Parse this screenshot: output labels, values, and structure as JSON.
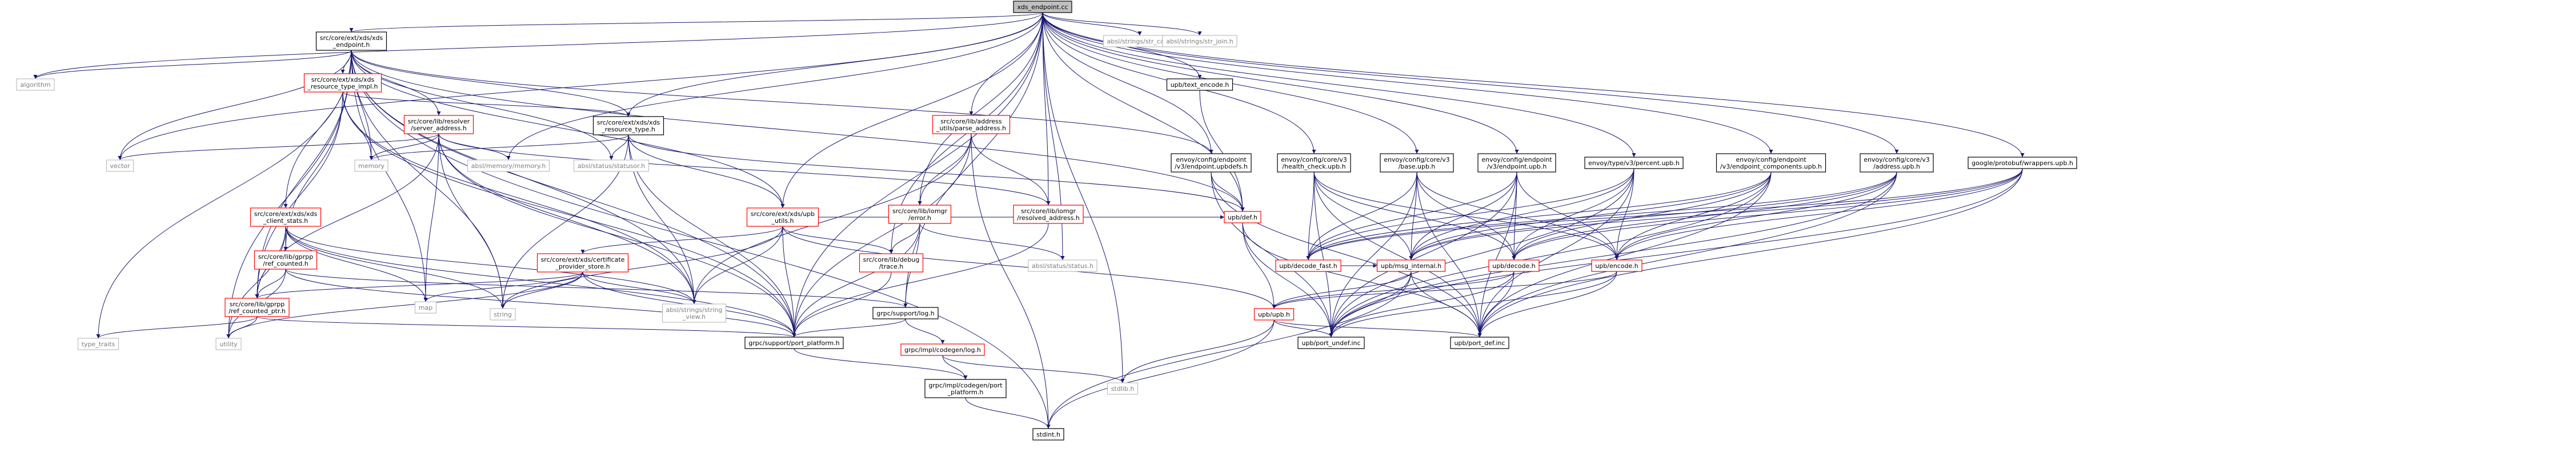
{
  "colors": {
    "edge": "#191970",
    "node_border_normal": "#000000",
    "node_border_link": "#ff0000",
    "node_border_system": "#bfbfbf",
    "node_text_normal": "#000000",
    "node_text_system": "#7f7f7f",
    "root_fill": "#bfbfbf"
  },
  "nodes": [
    {
      "id": "root",
      "lines": [
        "xds_endpoint.cc"
      ],
      "style": "root"
    },
    {
      "id": "xds_endpoint_h",
      "lines": [
        "src/core/ext/xds/xds",
        "_endpoint.h"
      ],
      "style": "normal"
    },
    {
      "id": "str_cat",
      "lines": [
        "absl/strings/str_cat.h"
      ],
      "style": "system"
    },
    {
      "id": "str_join",
      "lines": [
        "absl/strings/str_join.h"
      ],
      "style": "system"
    },
    {
      "id": "algorithm",
      "lines": [
        "algorithm"
      ],
      "style": "system"
    },
    {
      "id": "resource_type_impl",
      "lines": [
        "src/core/ext/xds/xds",
        "_resource_type_impl.h"
      ],
      "style": "link"
    },
    {
      "id": "server_address",
      "lines": [
        "src/core/lib/resolver",
        "/server_address.h"
      ],
      "style": "link"
    },
    {
      "id": "xds_resource_type",
      "lines": [
        "src/core/ext/xds/xds",
        "_resource_type.h"
      ],
      "style": "normal"
    },
    {
      "id": "parse_address",
      "lines": [
        "src/core/lib/address",
        "_utils/parse_address.h"
      ],
      "style": "link"
    },
    {
      "id": "text_encode",
      "lines": [
        "upb/text_encode.h"
      ],
      "style": "normal"
    },
    {
      "id": "endpoint_upbdefs",
      "lines": [
        "envoy/config/endpoint",
        "/v3/endpoint.upbdefs.h"
      ],
      "style": "normal"
    },
    {
      "id": "health_check",
      "lines": [
        "envoy/config/core/v3",
        "/health_check.upb.h"
      ],
      "style": "normal"
    },
    {
      "id": "base_upb",
      "lines": [
        "envoy/config/core/v3",
        "/base.upb.h"
      ],
      "style": "normal"
    },
    {
      "id": "endpoint_upb",
      "lines": [
        "envoy/config/endpoint",
        "/v3/endpoint.upb.h"
      ],
      "style": "normal"
    },
    {
      "id": "percent_upb",
      "lines": [
        "envoy/type/v3/percent.upb.h"
      ],
      "style": "normal"
    },
    {
      "id": "endpoint_components",
      "lines": [
        "envoy/config/endpoint",
        "/v3/endpoint_components.upb.h"
      ],
      "style": "normal"
    },
    {
      "id": "address_upb",
      "lines": [
        "envoy/config/core/v3",
        "/address.upb.h"
      ],
      "style": "normal"
    },
    {
      "id": "wrappers_upb",
      "lines": [
        "google/protobuf/wrappers.upb.h"
      ],
      "style": "normal"
    },
    {
      "id": "vector",
      "lines": [
        "vector"
      ],
      "style": "system"
    },
    {
      "id": "memory",
      "lines": [
        "memory"
      ],
      "style": "system"
    },
    {
      "id": "absl_memory",
      "lines": [
        "absl/memory/memory.h"
      ],
      "style": "system"
    },
    {
      "id": "statusor",
      "lines": [
        "absl/status/statusor.h"
      ],
      "style": "system"
    },
    {
      "id": "xds_client_stats",
      "lines": [
        "src/core/ext/xds/xds",
        "_client_stats.h"
      ],
      "style": "link"
    },
    {
      "id": "upb_utils",
      "lines": [
        "src/core/ext/xds/upb",
        "_utils.h"
      ],
      "style": "link"
    },
    {
      "id": "iomgr_error",
      "lines": [
        "src/core/lib/iomgr",
        "/error.h"
      ],
      "style": "link"
    },
    {
      "id": "resolved_address",
      "lines": [
        "src/core/lib/iomgr",
        "/resolved_address.h"
      ],
      "style": "link"
    },
    {
      "id": "upb_def",
      "lines": [
        "upb/def.h"
      ],
      "style": "link"
    },
    {
      "id": "ref_counted",
      "lines": [
        "src/core/lib/gprpp",
        "/ref_counted.h"
      ],
      "style": "link"
    },
    {
      "id": "certificate_store",
      "lines": [
        "src/core/ext/xds/certificate",
        "_provider_store.h"
      ],
      "style": "link"
    },
    {
      "id": "debug_trace",
      "lines": [
        "src/core/lib/debug",
        "/trace.h"
      ],
      "style": "link"
    },
    {
      "id": "absl_status",
      "lines": [
        "absl/status/status.h"
      ],
      "style": "system"
    },
    {
      "id": "decode_fast",
      "lines": [
        "upb/decode_fast.h"
      ],
      "style": "link"
    },
    {
      "id": "msg_internal",
      "lines": [
        "upb/msg_internal.h"
      ],
      "style": "link"
    },
    {
      "id": "upb_decode",
      "lines": [
        "upb/decode.h"
      ],
      "style": "link"
    },
    {
      "id": "upb_encode",
      "lines": [
        "upb/encode.h"
      ],
      "style": "link"
    },
    {
      "id": "ref_counted_ptr",
      "lines": [
        "src/core/lib/gprpp",
        "/ref_counted_ptr.h"
      ],
      "style": "link"
    },
    {
      "id": "map",
      "lines": [
        "map"
      ],
      "style": "system"
    },
    {
      "id": "string",
      "lines": [
        "string"
      ],
      "style": "system"
    },
    {
      "id": "string_view",
      "lines": [
        "absl/strings/string",
        "_view.h"
      ],
      "style": "system"
    },
    {
      "id": "grpc_log",
      "lines": [
        "grpc/support/log.h"
      ],
      "style": "normal"
    },
    {
      "id": "upb_upb",
      "lines": [
        "upb/upb.h"
      ],
      "style": "link"
    },
    {
      "id": "type_traits",
      "lines": [
        "type_traits"
      ],
      "style": "system"
    },
    {
      "id": "utility",
      "lines": [
        "utility"
      ],
      "style": "system"
    },
    {
      "id": "port_platform",
      "lines": [
        "grpc/support/port_platform.h"
      ],
      "style": "normal"
    },
    {
      "id": "codegen_log",
      "lines": [
        "grpc/impl/codegen/log.h"
      ],
      "style": "link"
    },
    {
      "id": "port_undef",
      "lines": [
        "upb/port_undef.inc"
      ],
      "style": "normal"
    },
    {
      "id": "port_def",
      "lines": [
        "upb/port_def.inc"
      ],
      "style": "normal"
    },
    {
      "id": "codegen_port_platform",
      "lines": [
        "grpc/impl/codegen/port",
        "_platform.h"
      ],
      "style": "normal"
    },
    {
      "id": "stdlib",
      "lines": [
        "stdlib.h"
      ],
      "style": "system"
    },
    {
      "id": "stdint",
      "lines": [
        "stdint.h"
      ],
      "style": "normal"
    }
  ],
  "edges": [
    [
      "root",
      "xds_endpoint_h"
    ],
    [
      "root",
      "str_cat"
    ],
    [
      "root",
      "str_join"
    ],
    [
      "root",
      "algorithm"
    ],
    [
      "root",
      "vector"
    ],
    [
      "root",
      "absl_memory"
    ],
    [
      "root",
      "parse_address"
    ],
    [
      "root",
      "xds_resource_type"
    ],
    [
      "root",
      "upb_utils"
    ],
    [
      "root",
      "iomgr_error"
    ],
    [
      "root",
      "resolved_address"
    ],
    [
      "root",
      "debug_trace"
    ],
    [
      "root",
      "grpc_log"
    ],
    [
      "root",
      "port_platform"
    ],
    [
      "root",
      "absl_status"
    ],
    [
      "root",
      "stdlib"
    ],
    [
      "root",
      "text_encode"
    ],
    [
      "root",
      "endpoint_upbdefs"
    ],
    [
      "root",
      "health_check"
    ],
    [
      "root",
      "base_upb"
    ],
    [
      "root",
      "endpoint_upb"
    ],
    [
      "root",
      "percent_upb"
    ],
    [
      "root",
      "endpoint_components"
    ],
    [
      "root",
      "address_upb"
    ],
    [
      "root",
      "wrappers_upb"
    ],
    [
      "root",
      "upb_def"
    ],
    [
      "xds_endpoint_h",
      "algorithm"
    ],
    [
      "xds_endpoint_h",
      "resource_type_impl"
    ],
    [
      "xds_endpoint_h",
      "server_address"
    ],
    [
      "xds_endpoint_h",
      "xds_resource_type"
    ],
    [
      "xds_endpoint_h",
      "xds_client_stats"
    ],
    [
      "xds_endpoint_h",
      "vector"
    ],
    [
      "xds_endpoint_h",
      "memory"
    ],
    [
      "xds_endpoint_h",
      "map"
    ],
    [
      "xds_endpoint_h",
      "string"
    ],
    [
      "xds_endpoint_h",
      "statusor"
    ],
    [
      "xds_endpoint_h",
      "ref_counted_ptr"
    ],
    [
      "xds_endpoint_h",
      "utility"
    ],
    [
      "xds_endpoint_h",
      "type_traits"
    ],
    [
      "xds_endpoint_h",
      "stdint"
    ],
    [
      "xds_endpoint_h",
      "port_platform"
    ],
    [
      "xds_endpoint_h",
      "upb_utils"
    ],
    [
      "xds_endpoint_h",
      "upb_def"
    ],
    [
      "xds_endpoint_h",
      "string_view"
    ],
    [
      "xds_endpoint_h",
      "endpoint_upbdefs"
    ],
    [
      "resource_type_impl",
      "xds_resource_type"
    ],
    [
      "resource_type_impl",
      "memory"
    ],
    [
      "resource_type_impl",
      "ref_counted"
    ],
    [
      "resource_type_impl",
      "ref_counted_ptr"
    ],
    [
      "resource_type_impl",
      "port_platform"
    ],
    [
      "resource_type_impl",
      "string_view"
    ],
    [
      "server_address",
      "vector"
    ],
    [
      "server_address",
      "memory"
    ],
    [
      "server_address",
      "absl_memory"
    ],
    [
      "server_address",
      "map"
    ],
    [
      "server_address",
      "string"
    ],
    [
      "server_address",
      "string_view"
    ],
    [
      "server_address",
      "resolved_address"
    ],
    [
      "server_address",
      "port_platform"
    ],
    [
      "server_address",
      "ref_counted_ptr"
    ],
    [
      "xds_resource_type",
      "memory"
    ],
    [
      "xds_resource_type",
      "statusor"
    ],
    [
      "xds_resource_type",
      "string"
    ],
    [
      "xds_resource_type",
      "string_view"
    ],
    [
      "xds_resource_type",
      "port_platform"
    ],
    [
      "xds_resource_type",
      "upb_def"
    ],
    [
      "xds_resource_type",
      "upb_utils"
    ],
    [
      "parse_address",
      "iomgr_error"
    ],
    [
      "parse_address",
      "resolved_address"
    ],
    [
      "parse_address",
      "string_view"
    ],
    [
      "parse_address",
      "port_platform"
    ],
    [
      "parse_address",
      "stdint"
    ],
    [
      "text_encode",
      "upb_def"
    ],
    [
      "endpoint_upbdefs",
      "upb_def"
    ],
    [
      "endpoint_upbdefs",
      "port_def"
    ],
    [
      "endpoint_upbdefs",
      "port_undef"
    ],
    [
      "health_check",
      "decode_fast"
    ],
    [
      "health_check",
      "msg_internal"
    ],
    [
      "health_check",
      "upb_decode"
    ],
    [
      "health_check",
      "upb_encode"
    ],
    [
      "health_check",
      "port_def"
    ],
    [
      "health_check",
      "port_undef"
    ],
    [
      "base_upb",
      "decode_fast"
    ],
    [
      "base_upb",
      "msg_internal"
    ],
    [
      "base_upb",
      "upb_decode"
    ],
    [
      "base_upb",
      "upb_encode"
    ],
    [
      "base_upb",
      "port_def"
    ],
    [
      "base_upb",
      "port_undef"
    ],
    [
      "endpoint_upb",
      "decode_fast"
    ],
    [
      "endpoint_upb",
      "msg_internal"
    ],
    [
      "endpoint_upb",
      "upb_decode"
    ],
    [
      "endpoint_upb",
      "upb_encode"
    ],
    [
      "endpoint_upb",
      "port_def"
    ],
    [
      "endpoint_upb",
      "port_undef"
    ],
    [
      "percent_upb",
      "decode_fast"
    ],
    [
      "percent_upb",
      "msg_internal"
    ],
    [
      "percent_upb",
      "upb_decode"
    ],
    [
      "percent_upb",
      "upb_encode"
    ],
    [
      "percent_upb",
      "port_def"
    ],
    [
      "percent_upb",
      "port_undef"
    ],
    [
      "endpoint_components",
      "decode_fast"
    ],
    [
      "endpoint_components",
      "msg_internal"
    ],
    [
      "endpoint_components",
      "upb_decode"
    ],
    [
      "endpoint_components",
      "upb_encode"
    ],
    [
      "endpoint_components",
      "port_def"
    ],
    [
      "endpoint_components",
      "port_undef"
    ],
    [
      "address_upb",
      "decode_fast"
    ],
    [
      "address_upb",
      "msg_internal"
    ],
    [
      "address_upb",
      "upb_decode"
    ],
    [
      "address_upb",
      "upb_encode"
    ],
    [
      "address_upb",
      "port_def"
    ],
    [
      "address_upb",
      "port_undef"
    ],
    [
      "wrappers_upb",
      "decode_fast"
    ],
    [
      "wrappers_upb",
      "msg_internal"
    ],
    [
      "wrappers_upb",
      "upb_decode"
    ],
    [
      "wrappers_upb",
      "upb_encode"
    ],
    [
      "wrappers_upb",
      "port_def"
    ],
    [
      "wrappers_upb",
      "port_undef"
    ],
    [
      "xds_client_stats",
      "map"
    ],
    [
      "xds_client_stats",
      "string"
    ],
    [
      "xds_client_stats",
      "ref_counted"
    ],
    [
      "xds_client_stats",
      "ref_counted_ptr"
    ],
    [
      "xds_client_stats",
      "string_view"
    ],
    [
      "xds_client_stats",
      "utility"
    ],
    [
      "xds_client_stats",
      "port_platform"
    ],
    [
      "upb_utils",
      "string"
    ],
    [
      "upb_utils",
      "string_view"
    ],
    [
      "upb_utils",
      "upb_upb"
    ],
    [
      "upb_utils",
      "upb_def"
    ],
    [
      "upb_utils",
      "certificate_store"
    ],
    [
      "upb_utils",
      "debug_trace"
    ],
    [
      "upb_utils",
      "port_platform"
    ],
    [
      "iomgr_error",
      "port_platform"
    ],
    [
      "iomgr_error",
      "grpc_log"
    ],
    [
      "iomgr_error",
      "debug_trace"
    ],
    [
      "iomgr_error",
      "absl_status"
    ],
    [
      "resolved_address",
      "port_platform"
    ],
    [
      "upb_def",
      "upb_upb"
    ],
    [
      "upb_def",
      "port_def"
    ],
    [
      "upb_def",
      "port_undef"
    ],
    [
      "ref_counted",
      "ref_counted_ptr"
    ],
    [
      "ref_counted",
      "utility"
    ],
    [
      "ref_counted",
      "grpc_log"
    ],
    [
      "ref_counted",
      "port_platform"
    ],
    [
      "certificate_store",
      "map"
    ],
    [
      "certificate_store",
      "string"
    ],
    [
      "certificate_store",
      "string_view"
    ],
    [
      "certificate_store",
      "ref_counted_ptr"
    ],
    [
      "certificate_store",
      "port_platform"
    ],
    [
      "certificate_store",
      "utility"
    ],
    [
      "debug_trace",
      "port_platform"
    ],
    [
      "msg_internal",
      "upb_upb"
    ],
    [
      "msg_internal",
      "port_def"
    ],
    [
      "msg_internal",
      "port_undef"
    ],
    [
      "msg_internal",
      "stdint"
    ],
    [
      "upb_decode",
      "port_def"
    ],
    [
      "upb_decode",
      "port_undef"
    ],
    [
      "upb_decode",
      "upb_upb"
    ],
    [
      "upb_encode",
      "port_def"
    ],
    [
      "upb_encode",
      "port_undef"
    ],
    [
      "upb_encode",
      "upb_upb"
    ],
    [
      "decode_fast",
      "msg_internal"
    ],
    [
      "ref_counted_ptr",
      "type_traits"
    ],
    [
      "ref_counted_ptr",
      "utility"
    ],
    [
      "ref_counted_ptr",
      "port_platform"
    ],
    [
      "grpc_log",
      "port_platform"
    ],
    [
      "grpc_log",
      "codegen_log"
    ],
    [
      "upb_upb",
      "stdint"
    ],
    [
      "upb_upb",
      "port_def"
    ],
    [
      "upb_upb",
      "port_undef"
    ],
    [
      "upb_upb",
      "stdlib"
    ],
    [
      "port_platform",
      "codegen_port_platform"
    ],
    [
      "codegen_log",
      "codegen_port_platform"
    ],
    [
      "codegen_log",
      "stdlib"
    ],
    [
      "codegen_port_platform",
      "stdint"
    ]
  ]
}
